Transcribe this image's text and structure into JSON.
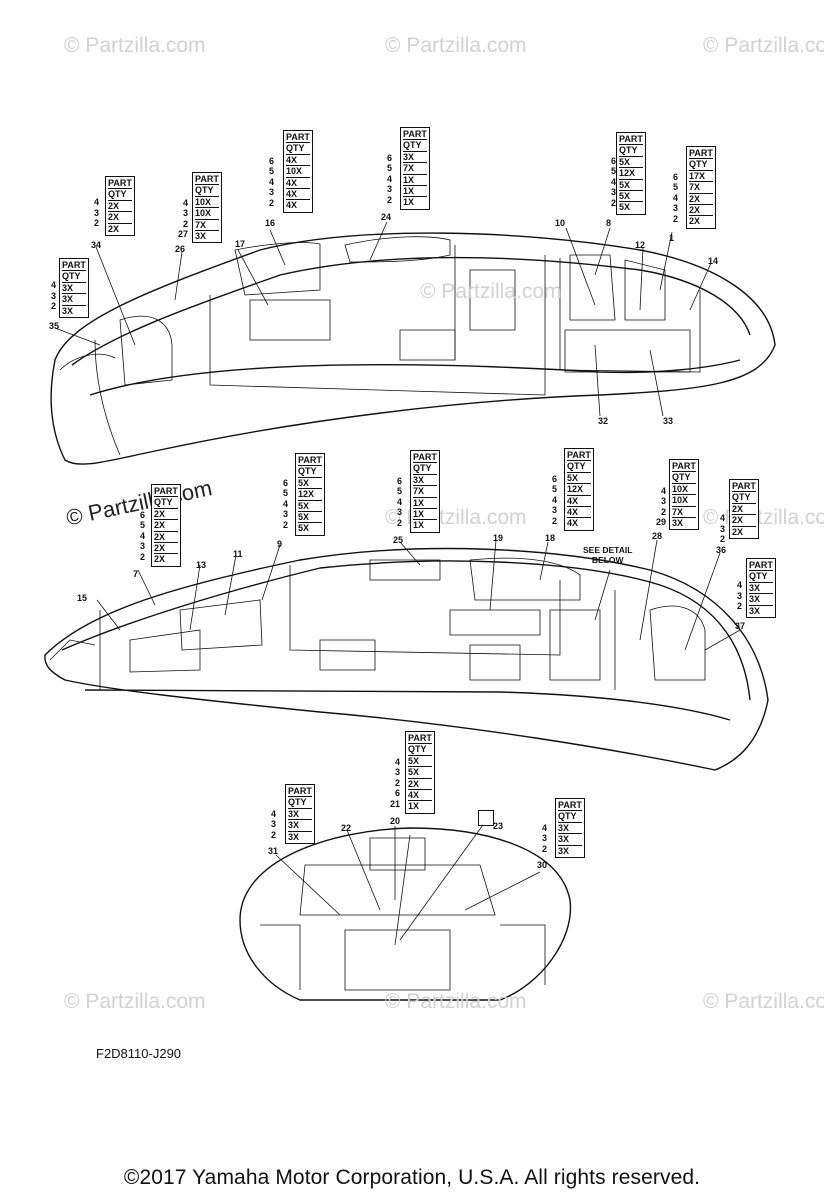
{
  "watermarks": [
    "© Partzilla.com",
    "© Partzilla.com",
    "© Partzilla.com",
    "© Partzilla.com",
    "© Partzilla.com",
    "© Partzilla.com",
    "© Partzilla.com",
    "© Partzilla.com",
    "© Partzilla.com",
    "© Partzilla.com"
  ],
  "table_header": {
    "part": "PART",
    "qty": "QTY"
  },
  "tables": [
    {
      "id": "34",
      "parts": [
        "4",
        "3",
        "2"
      ],
      "qtys": [
        "2X",
        "2X",
        "2X"
      ]
    },
    {
      "id": "35",
      "parts": [
        "4",
        "3",
        "2"
      ],
      "qtys": [
        "3X",
        "3X",
        "3X"
      ]
    },
    {
      "id": "26",
      "parts": [
        "4",
        "3",
        "2",
        "27"
      ],
      "qtys": [
        "10X",
        "10X",
        "7X",
        "3X"
      ]
    },
    {
      "id": "16",
      "parts": [
        "6",
        "5",
        "4",
        "3",
        "2"
      ],
      "qtys": [
        "4X",
        "10X",
        "4X",
        "4X",
        "4X"
      ]
    },
    {
      "id": "24",
      "parts": [
        "6",
        "5",
        "4",
        "3",
        "2"
      ],
      "qtys": [
        "3X",
        "7X",
        "1X",
        "1X",
        "1X"
      ]
    },
    {
      "id": "8",
      "parts": [
        "6",
        "5",
        "4",
        "3",
        "2"
      ],
      "qtys": [
        "5X",
        "12X",
        "5X",
        "5X",
        "5X"
      ]
    },
    {
      "id": "1",
      "parts": [
        "6",
        "5",
        "4",
        "3",
        "2"
      ],
      "qtys": [
        "17X",
        "7X",
        "2X",
        "2X",
        "2X"
      ]
    },
    {
      "id": "7",
      "parts": [
        "6",
        "5",
        "4",
        "3",
        "2"
      ],
      "qtys": [
        "2X",
        "2X",
        "2X",
        "2X",
        "2X"
      ]
    },
    {
      "id": "9",
      "parts": [
        "6",
        "5",
        "4",
        "3",
        "2"
      ],
      "qtys": [
        "5X",
        "12X",
        "5X",
        "5X",
        "5X"
      ]
    },
    {
      "id": "25",
      "parts": [
        "6",
        "5",
        "4",
        "3",
        "2"
      ],
      "qtys": [
        "3X",
        "7X",
        "1X",
        "1X",
        "1X"
      ]
    },
    {
      "id": "18",
      "parts": [
        "6",
        "5",
        "4",
        "3",
        "2"
      ],
      "qtys": [
        "5X",
        "12X",
        "4X",
        "4X",
        "4X"
      ]
    },
    {
      "id": "28",
      "parts": [
        "4",
        "3",
        "2",
        "29"
      ],
      "qtys": [
        "10X",
        "10X",
        "7X",
        "3X"
      ]
    },
    {
      "id": "36",
      "parts": [
        "4",
        "3",
        "2"
      ],
      "qtys": [
        "2X",
        "2X",
        "2X"
      ]
    },
    {
      "id": "37",
      "parts": [
        "4",
        "3",
        "2"
      ],
      "qtys": [
        "3X",
        "3X",
        "3X"
      ]
    },
    {
      "id": "20",
      "parts": [
        "4",
        "3",
        "2",
        "6",
        "21"
      ],
      "qtys": [
        "5X",
        "5X",
        "2X",
        "4X",
        "1X"
      ]
    },
    {
      "id": "31",
      "parts": [
        "4",
        "3",
        "2"
      ],
      "qtys": [
        "3X",
        "3X",
        "3X"
      ]
    },
    {
      "id": "30",
      "parts": [
        "4",
        "3",
        "2"
      ],
      "qtys": [
        "3X",
        "3X",
        "3X"
      ]
    }
  ],
  "callouts": [
    "17",
    "10",
    "12",
    "14",
    "32",
    "33",
    "15",
    "13",
    "11",
    "19",
    "22",
    "23"
  ],
  "detail_note": "SEE DETAIL\nBELOW",
  "drawing_code": "F2D8110-J290",
  "copyright": "©2017  Yamaha Motor Corporation, U.S.A. All rights reserved."
}
